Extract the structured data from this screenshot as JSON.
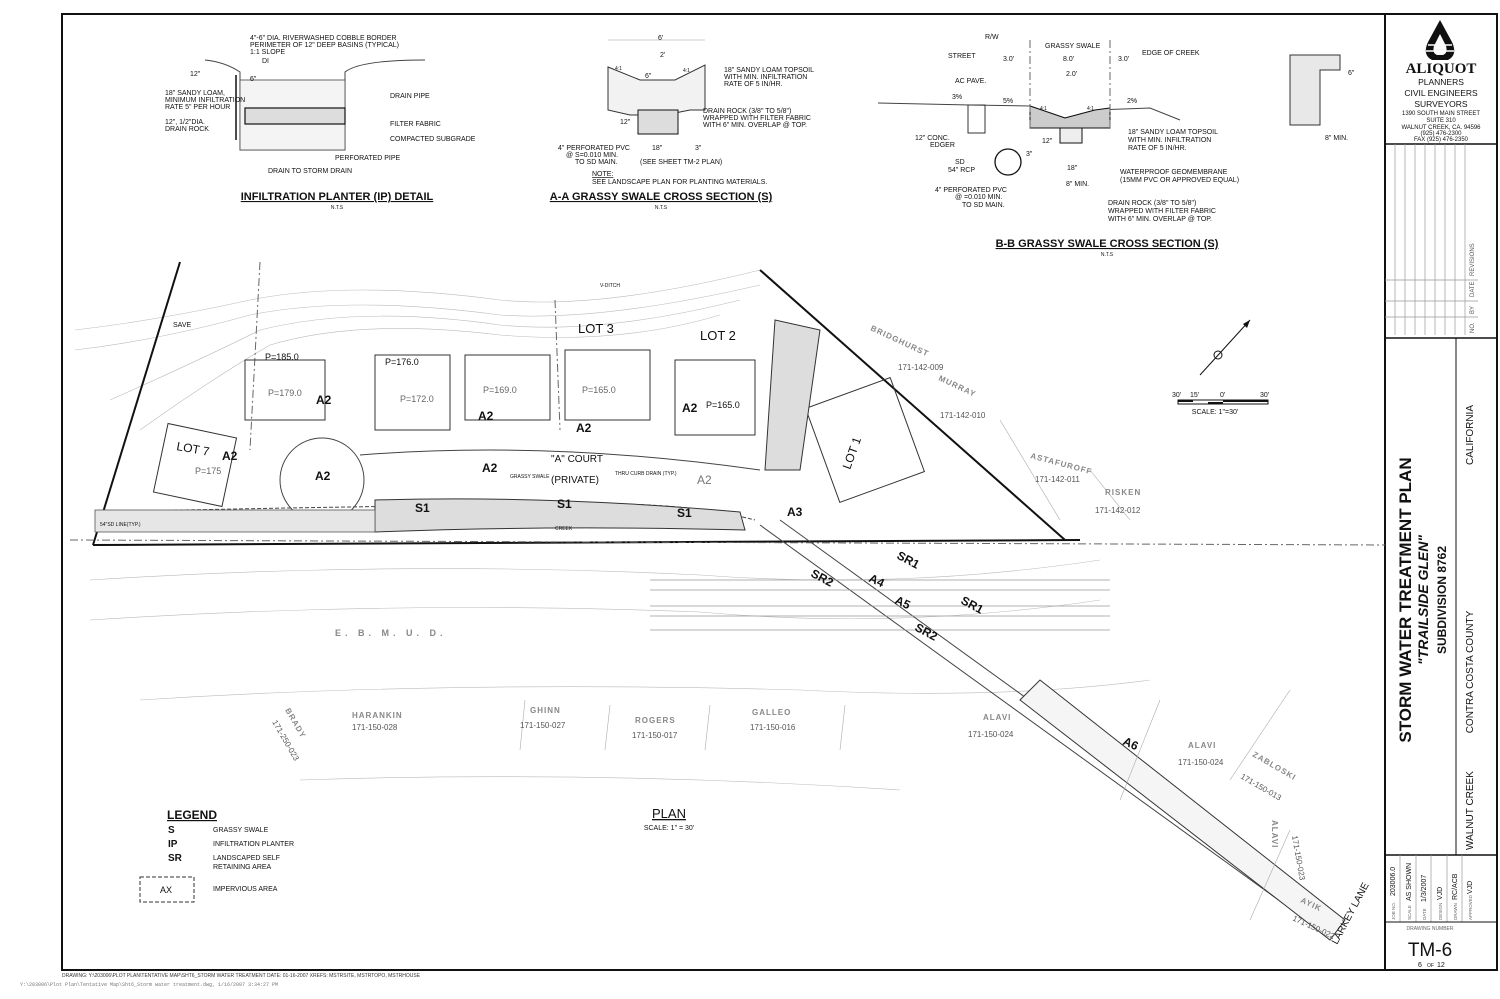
{
  "firm": {
    "name": "ALIQUOT",
    "line1": "PLANNERS",
    "line2": "CIVIL ENGINEERS",
    "line3": "SURVEYORS",
    "address1": "1390 SOUTH MAIN STREET",
    "address2": "SUITE 310",
    "address3": "WALNUT CREEK, CA. 94596",
    "phone": "(925) 476-2300",
    "fax": "FAX (925) 476-2350"
  },
  "revisions": {
    "no": "NO.",
    "by": "BY",
    "date": "DATE",
    "revisions": "REVISIONS"
  },
  "title": {
    "main": "STORM WATER TREATMENT PLAN",
    "project": "\"TRAILSIDE GLEN\"",
    "subdivision": "SUBDIVISION 8762",
    "city": "WALNUT CREEK",
    "county": "CONTRA COSTA COUNTY",
    "state": "CALIFORNIA"
  },
  "info": {
    "job_label": "JOB NO.",
    "job": "203006.0",
    "scale_label": "SCALE",
    "scale": "AS SHOWN",
    "date_label": "DATE",
    "date": "1/3/2007",
    "design_label": "DESIGN",
    "design": "VJD",
    "drawn_label": "DRAWN",
    "drawn": "RC/ACB",
    "approved_label": "APPROVED",
    "approved": "VJD",
    "drawing_number_label": "DRAWING NUMBER",
    "drawing_number": "TM-6",
    "sheet": "6",
    "of": "OF",
    "total": "12"
  },
  "details": {
    "ip": {
      "title": "INFILTRATION PLANTER (IP) DETAIL",
      "nts": "N.T.S",
      "notes": [
        "4\"-6\" DIA. RIVERWASHED COBBLE BORDER",
        "PERIMETER OF 12\" DEEP BASINS (TYPICAL)",
        "1:1 SLOPE",
        "DI",
        "12\"",
        "6\"",
        "18\" SANDY LOAM,",
        "MINIMUM INFILTRATION",
        "RATE 5\" PER HOUR",
        "12\", 1/2\"DIA.",
        "DRAIN ROCK",
        "DRAIN PIPE",
        "FILTER FABRIC",
        "COMPACTED SUBGRADE",
        "PERFORATED PIPE",
        "DRAIN TO STORM DRAIN"
      ]
    },
    "aa": {
      "title": "A-A GRASSY SWALE CROSS SECTION (S)",
      "nts": "N.T.S",
      "notes": [
        "6'",
        "2'",
        "6\"",
        "4:1",
        "4:1",
        "12\"",
        "18\"",
        "3\"",
        "18\" SANDY LOAM TOPSOIL",
        "WITH MIN. INFILTRATION",
        "RATE OF 5 IN/HR.",
        "DRAIN ROCK (3/8\" TO 5/8\")",
        "WRAPPED WITH FILTER FABRIC",
        "WITH 6\" MIN. OVERLAP @ TOP.",
        "4\" PERFORATED PVC",
        "@ S=0.010 MIN.",
        "TO SD MAIN.",
        "(SEE SHEET TM-2 PLAN)",
        "NOTE:",
        "SEE LANDSCAPE PLAN FOR PLANTING MATERIALS."
      ]
    },
    "bb": {
      "title": "B-B GRASSY SWALE CROSS SECTION (S)",
      "nts": "N.T.S",
      "notes": [
        "R/W",
        "STREET",
        "GRASSY SWALE",
        "EDGE OF CREEK",
        "3.0'",
        "8.0'",
        "3.0'",
        "2.0'",
        "AC PAVE.",
        "3%",
        "5%",
        "2%",
        "4:1",
        "4:1",
        "12\" CONC.",
        "EDGER",
        "SD",
        "54\" RCP",
        "4\" PERFORATED PVC",
        "@ =0.010 MIN.",
        "TO SD MAIN.",
        "12\"",
        "3\"",
        "18\"",
        "8\" MIN.",
        "18\" SANDY LOAM TOPSOIL",
        "WITH MIN. INFILTRATION",
        "RATE OF 5 IN/HR.",
        "WATERPROOF GEOMEMBRANE",
        "(15MM PVC OR APPROVED EQUAL)",
        "DRAIN ROCK (3/8\" TO 5/8\")",
        "WRAPPED WITH FILTER FABRIC",
        "WITH 6\" MIN. OVERLAP @ TOP.",
        "6\"",
        "8\" MIN."
      ]
    }
  },
  "plan": {
    "title": "PLAN",
    "scale": "SCALE: 1\" = 30'",
    "lots": [
      "LOT 3",
      "LOT 2",
      "LOT 7",
      "LOT 1"
    ],
    "pads": [
      "P=185.0",
      "P=176.0",
      "P=172.0",
      "P=169.0",
      "P=165.0",
      "P=165.0",
      "P=179.0",
      "P=175"
    ],
    "areas": [
      "A2",
      "A2",
      "A2",
      "A2",
      "A2",
      "A2",
      "A2",
      "A2",
      "A3",
      "A4",
      "A5",
      "A6",
      "S1",
      "S1",
      "S1",
      "SR1",
      "SR1",
      "SR2",
      "SR2"
    ],
    "court": "\"A\" COURT",
    "private": "(PRIVATE)",
    "misc": [
      "GRASSY SWALE",
      "THRU CURB DRAIN (TYP.)",
      "54\"SD LINE(TYP.)",
      "CREEK",
      "SAVE",
      "V-DITCH"
    ],
    "parcels": [
      {
        "owner": "BRIDGHURST",
        "apn": "171-142-009"
      },
      {
        "owner": "MURRAY",
        "apn": "171-142-010"
      },
      {
        "owner": "ASTAFUROFF",
        "apn": "171-142-011"
      },
      {
        "owner": "RISKEN",
        "apn": "171-142-012"
      },
      {
        "owner": "ALAVI",
        "apn": "171-150-024"
      },
      {
        "owner": "ALAVI",
        "apn": "171-150-024"
      },
      {
        "owner": "ZABLOSKI",
        "apn": "171-150-013"
      },
      {
        "owner": "ALAVI",
        "apn": "171-150-023"
      },
      {
        "owner": "AYIK",
        "apn": "171-150-022"
      },
      {
        "owner": "BRADY",
        "apn": "171-250-023"
      },
      {
        "owner": "HARANKIN",
        "apn": "171-150-028"
      },
      {
        "owner": "GHINN",
        "apn": "171-150-027"
      },
      {
        "owner": "ROGERS",
        "apn": "171-150-017"
      },
      {
        "owner": "GALLEO",
        "apn": "171-150-016"
      }
    ],
    "ebmud": "E. B. M. U. D.",
    "street": "LARKEY LANE",
    "bar_scale": {
      "ticks": [
        "30'",
        "15'",
        "0'",
        "30'"
      ],
      "label": "SCALE: 1\"=30'"
    }
  },
  "legend": {
    "title": "LEGEND",
    "items": [
      {
        "symbol": "S",
        "label": "GRASSY SWALE"
      },
      {
        "symbol": "IP",
        "label": "INFILTRATION PLANTER"
      },
      {
        "symbol": "SR",
        "label": "LANDSCAPED SELF",
        "label2": "RETAINING AREA"
      },
      {
        "symbol": "AX",
        "label": "IMPERVIOUS AREA"
      }
    ]
  },
  "footer": {
    "line1": "DRAWING: Y:\\203006\\PLOT PLAN\\TENTATIVE MAP\\SHT6_STORM WATER TREATMENT  DATE: 01-16-2007  XREFS: MSTRSITE, MSTRTOPO, MSTRHOUSE",
    "line2": "Y:\\203006\\Plot Plan\\Tentative Map\\Sht6_Storm water treatment.dwg, 1/16/2007 3:34:27 PM"
  }
}
